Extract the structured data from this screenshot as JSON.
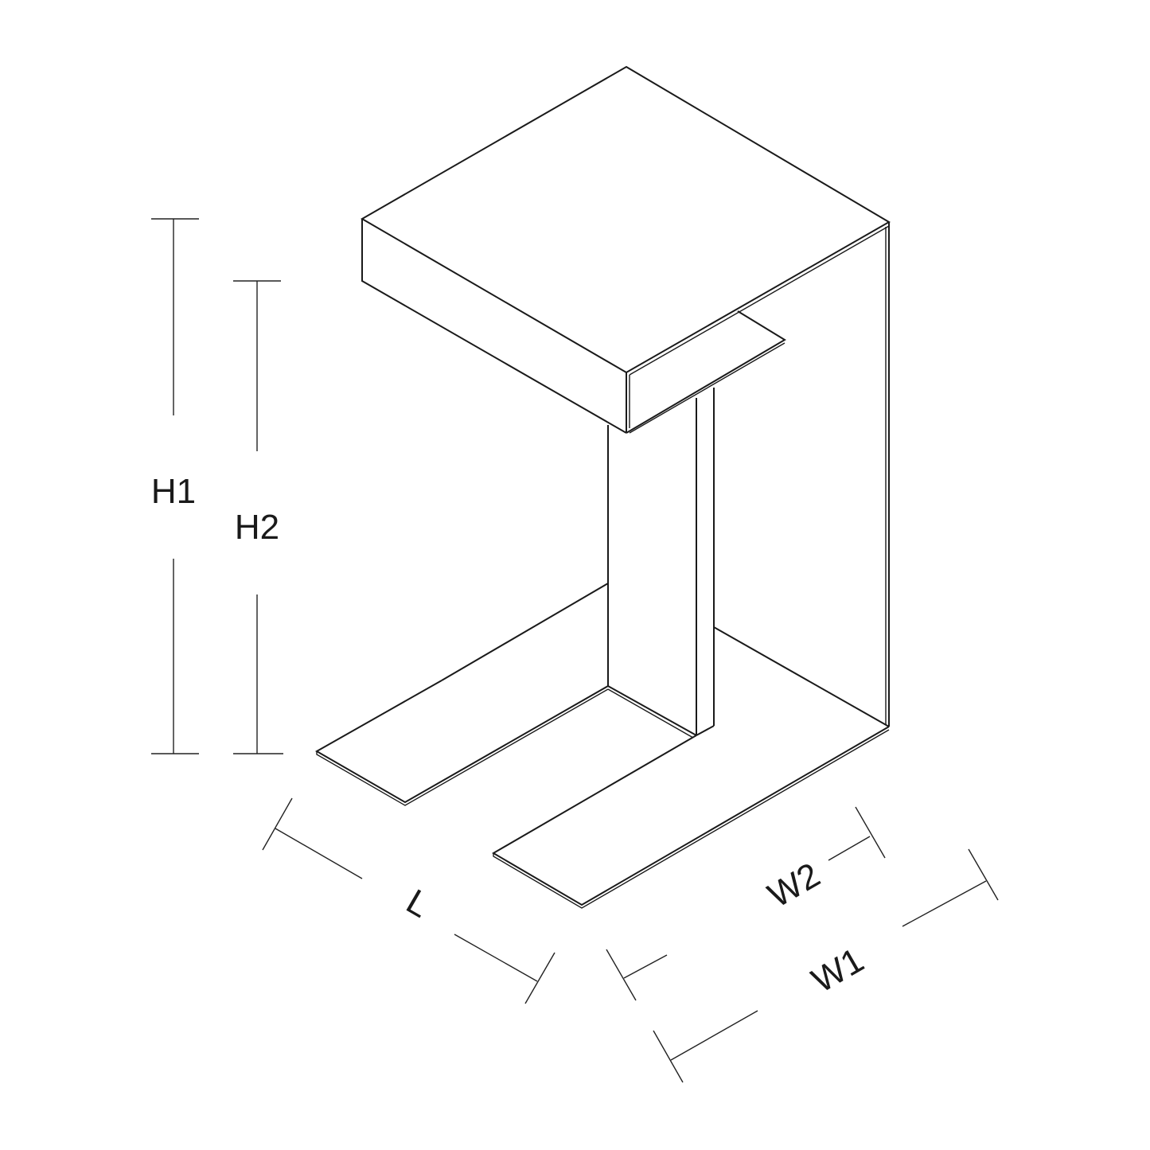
{
  "diagram": {
    "type": "isometric furniture dimension drawing",
    "subject": "C-shaped side table",
    "line_color": "#1a1a1a",
    "background": "#ffffff"
  },
  "dimensions": {
    "h1": {
      "label": "H1"
    },
    "h2": {
      "label": "H2"
    },
    "l": {
      "label": "L"
    },
    "w1": {
      "label": "W1"
    },
    "w2": {
      "label": "W2"
    }
  }
}
